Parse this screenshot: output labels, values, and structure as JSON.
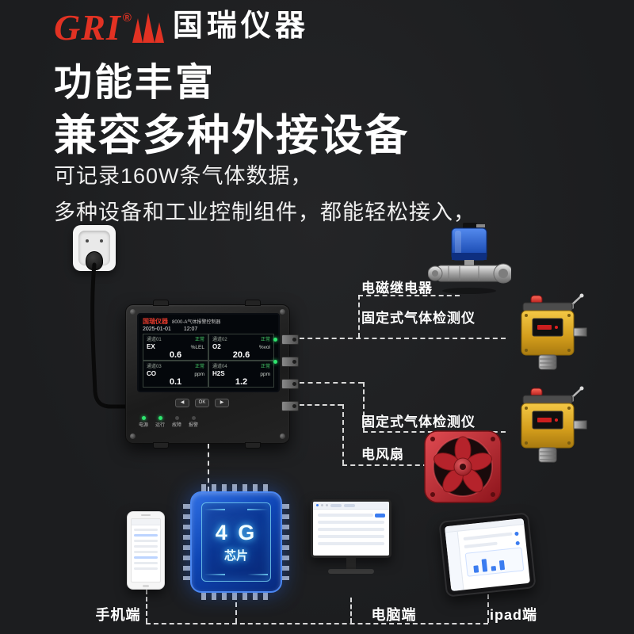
{
  "brand": {
    "logo": "GRI",
    "registered": "®",
    "name": "国瑞仪器"
  },
  "headings": {
    "title_line1": "功能丰富",
    "title_line2": "兼容多种外接设备",
    "subtitle_line1": "可记录160W条气体数据，",
    "subtitle_line2": "多种设备和工业控制组件，都能轻松接入，"
  },
  "peripheral_labels": {
    "relay": "电磁继电器",
    "detector_top": "固定式气体检测仪",
    "detector_bottom": "固定式气体检测仪",
    "fan": "电风扇"
  },
  "terminal_labels": {
    "phone": "手机端",
    "pc": "电脑端",
    "ipad": "ipad端"
  },
  "chip": {
    "line1": "4 G",
    "line2": "芯片"
  },
  "controller": {
    "screen_brand": "国瑞仪器",
    "screen_subtitle": "8000-A气体报警控制器",
    "date": "2025-01-01",
    "time": "12:07",
    "channels": [
      {
        "tag": "通道01",
        "status": "正常",
        "gas": "EX",
        "unit": "%LEL",
        "value": "0.6"
      },
      {
        "tag": "通道02",
        "status": "正常",
        "gas": "O2",
        "unit": "%vol",
        "value": "20.6"
      },
      {
        "tag": "通道03",
        "status": "正常",
        "gas": "CO",
        "unit": "ppm",
        "value": "0.1"
      },
      {
        "tag": "通道04",
        "status": "正常",
        "gas": "H2S",
        "unit": "ppm",
        "value": "1.2"
      }
    ],
    "buttons": [
      "◀",
      "OK",
      "▶"
    ],
    "status_leds": [
      "电源",
      "运行",
      "故障",
      "报警"
    ]
  },
  "colors": {
    "background": "#1f2022",
    "brand_red": "#e23223",
    "text_white": "#ffffff",
    "chip_blue": "#1350c8",
    "glow_cyan": "#7be4ff",
    "detector_yellow": "#e5b02e",
    "fan_red": "#c3242a",
    "valve_blue": "#2f62c9",
    "led_green": "#2ee56e"
  }
}
